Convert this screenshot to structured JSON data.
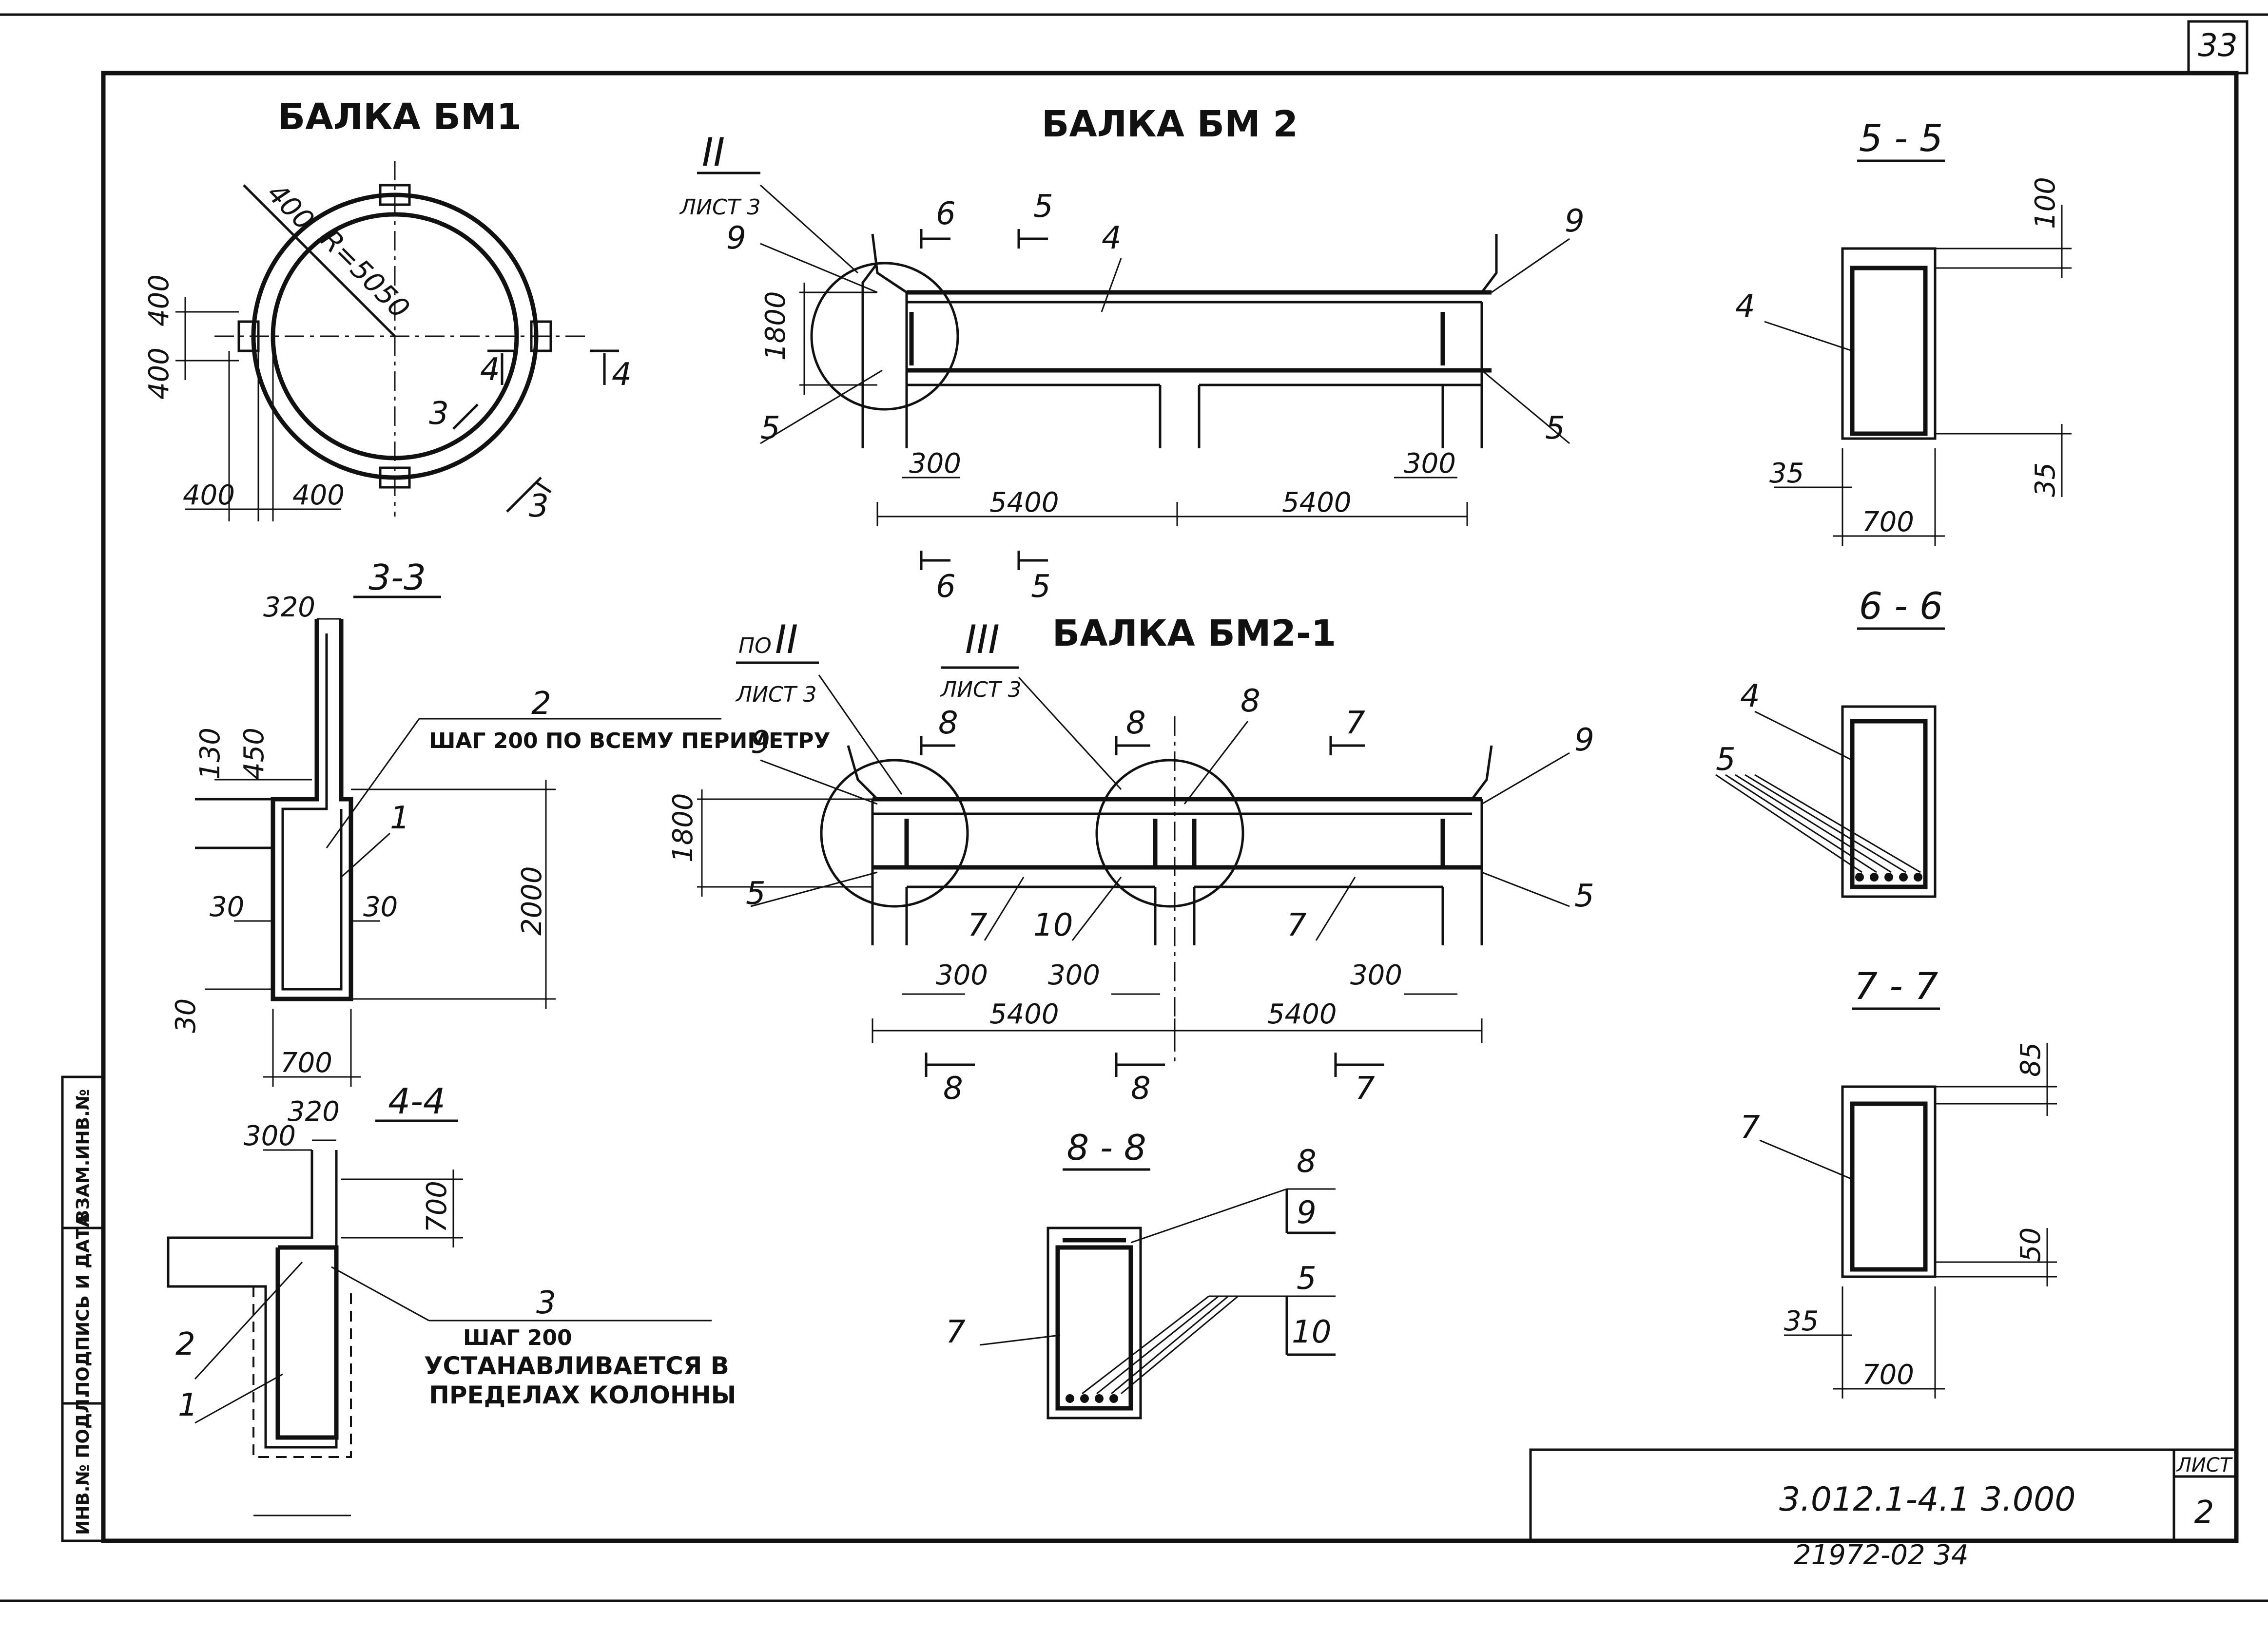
{
  "page_number": "33",
  "titles": {
    "bm1": "БАЛКА БМ1",
    "bm2": "БАЛКА БМ 2",
    "bm2_1": "БАЛКА БМ2-1"
  },
  "sections": {
    "s33": "3-3",
    "s44": "4-4",
    "s55": "5 - 5",
    "s66": "6 - 6",
    "s77": "7 - 7",
    "s88": "8 - 8"
  },
  "references": {
    "ii": "II",
    "list3": "ЛИСТ 3",
    "po": "ПО",
    "iii": "III"
  },
  "bm1": {
    "d400_top": "400",
    "radius": "R=5050",
    "d400_left_a": "400",
    "d400_left_b": "400",
    "d400_bot_a": "400",
    "d400_bot_b": "400",
    "cut3": "3",
    "cut3b": "3",
    "cut4": "4",
    "cut4b": "4"
  },
  "bm2": {
    "h1800": "1800",
    "d300a": "300",
    "d300b": "300",
    "span_a": "5400",
    "span_b": "5400",
    "m9a": "9",
    "m9b": "9",
    "m5a": "5",
    "m5b": "5",
    "m4": "4",
    "c6t": "6",
    "c5t": "5",
    "c6b": "6",
    "c5b": "5"
  },
  "bm21": {
    "h1800": "1800",
    "d300a": "300",
    "d300b": "300",
    "d300c": "300",
    "span_a": "5400",
    "span_b": "5400",
    "m9a": "9",
    "m9b": "9",
    "m5a": "5",
    "m5b": "5",
    "m7a": "7",
    "m7b": "7",
    "m10": "10",
    "m8": "8",
    "c8a": "8",
    "c8b": "8",
    "c7t": "7",
    "c8c": "8",
    "c8d": "8",
    "c7b": "7"
  },
  "s33": {
    "d320": "320",
    "d130": "130",
    "d450": "450",
    "d2000": "2000",
    "d30a": "30",
    "d30b": "30",
    "d30c": "30",
    "d700": "700",
    "m1": "1",
    "m2": "2",
    "note": "ШАГ 200 ПО ВСЕМУ ПЕРИМЕТРУ"
  },
  "s44": {
    "d320": "320",
    "d300": "300",
    "d700": "700",
    "m1": "1",
    "m2": "2",
    "m3": "3",
    "note1": "ШАГ 200",
    "note2": "УСТАНАВЛИВАЕТСЯ В",
    "note3": "ПРЕДЕЛАХ КОЛОННЫ"
  },
  "s55": {
    "d100": "100",
    "d35a": "35",
    "d35b": "35",
    "d700": "700",
    "m4": "4"
  },
  "s66": {
    "m4": "4",
    "m5": "5"
  },
  "s77": {
    "d85": "85",
    "d50": "50",
    "d35": "35",
    "d700": "700",
    "m7": "7"
  },
  "s88": {
    "m7": "7",
    "top_a": "8",
    "top_b": "9",
    "bot_a": "5",
    "bot_b": "10"
  },
  "stamp": {
    "side_a": "ВЗАМ.ИНВ.№",
    "side_b": "ПОДПИСЬ И ДАТА",
    "side_c": "ИНВ.№ ПОДЛ.",
    "doc_code": "3.012.1-4.1 3.000",
    "sheet_label": "ЛИСТ",
    "sheet_no": "2",
    "archive": "21972-02   34"
  }
}
